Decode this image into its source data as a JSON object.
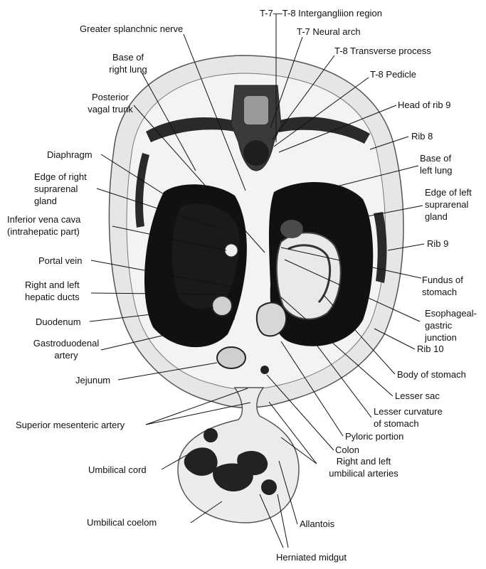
{
  "labels": {
    "t7_t8_intergang": "T-7—T-8 Intergangliion region",
    "greater_splanchnic": "Greater splanchnic nerve",
    "t7_neural_arch": "T-7 Neural arch",
    "t8_transverse": "T-8 Transverse process",
    "base_right_lung": "Base of\nright lung",
    "t8_pedicle": "T-8 Pedicle",
    "posterior_vagal": "Posterior\nvagal trunk",
    "head_rib9": "Head of rib 9",
    "rib8": "Rib 8",
    "diaphragm": "Diaphragm",
    "base_left_lung": "Base of\nleft lung",
    "edge_right_supra": "Edge of right\nsuprarenal\ngland",
    "edge_left_supra": "Edge of left\nsuprarenal\ngland",
    "ivc": "Inferior vena cava\n(intrahepatic part)",
    "rib9": "Rib 9",
    "portal_vein": "Portal vein",
    "fundus": "Fundus of\nstomach",
    "hepatic_ducts": "Right and left\nhepatic ducts",
    "esoph_junction": "Esophageal-\ngastric\njunction",
    "duodenum": "Duodenum",
    "rib10": "Rib 10",
    "gastroduodenal": "Gastroduodenal\nartery",
    "body_stomach": "Body of stomach",
    "jejunum": "Jejunum",
    "lesser_sac": "Lesser sac",
    "lesser_curv": "Lesser curvature\nof stomach",
    "sup_mesenteric": "Superior mesenteric artery",
    "pyloric": "Pyloric portion",
    "colon": "Colon",
    "umb_arteries": "Right and left\numbilical arteries",
    "umb_cord": "Umbilical cord",
    "allantois": "Allantois",
    "umb_coelom": "Umbilical coelom",
    "herniated": "Herniated midgut"
  }
}
